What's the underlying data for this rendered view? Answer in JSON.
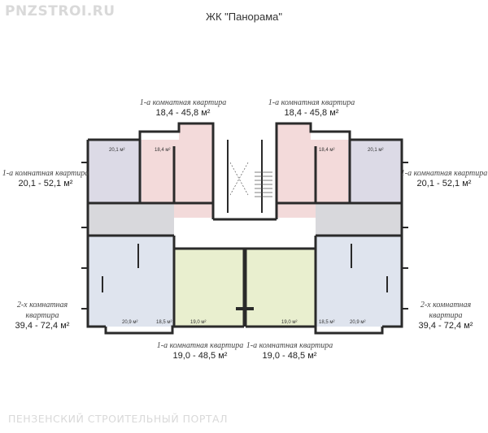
{
  "watermark_top": "PNZSTROI.RU",
  "watermark_bottom": "ПЕНЗЕНСКИЙ СТРОИТЕЛЬНЫЙ ПОРТАЛ",
  "title": "ЖК \"Панорама\"",
  "apartments": {
    "top_left": {
      "type": "1-а комнатная квартира",
      "area": "18,4 - 45,8 м²"
    },
    "top_right": {
      "type": "1-а комнатная квартира",
      "area": "18,4 - 45,8 м²"
    },
    "left_upper": {
      "type": "1-а комнатная квартира",
      "area": "20,1 - 52,1 м²"
    },
    "right_upper": {
      "type": "1-а комнатная квартира",
      "area": "20,1 - 52,1 м²"
    },
    "left_lower": {
      "type": "2-х комнатная квартира",
      "area": "39,4 - 72,4 м²"
    },
    "right_lower": {
      "type": "2-х комнатная квартира",
      "area": "39,4 - 72,4 м²"
    },
    "bottom_left": {
      "type": "1-а комнатная квартира",
      "area": "19,0 - 48,5 м²"
    },
    "bottom_right": {
      "type": "1-а комнатная квартира",
      "area": "19,0 - 48,5 м²"
    }
  },
  "room_areas": {
    "r1": "20,1 м²",
    "r2": "18,4 м²",
    "r3": "18,4 м²",
    "r4": "20,1 м²",
    "r5": "20,9 м²",
    "r6": "18,5 м²",
    "r7": "19,0 м²",
    "r8": "19,0 м²",
    "r9": "18,5 м²",
    "r10": "20,9 м²"
  },
  "colors": {
    "pink": "#f3dada",
    "lavender": "#dcdae6",
    "gray": "#d8d8dc",
    "blue": "#dfe4ee",
    "green": "#e9efcf",
    "wall": "#2a2a2a"
  }
}
